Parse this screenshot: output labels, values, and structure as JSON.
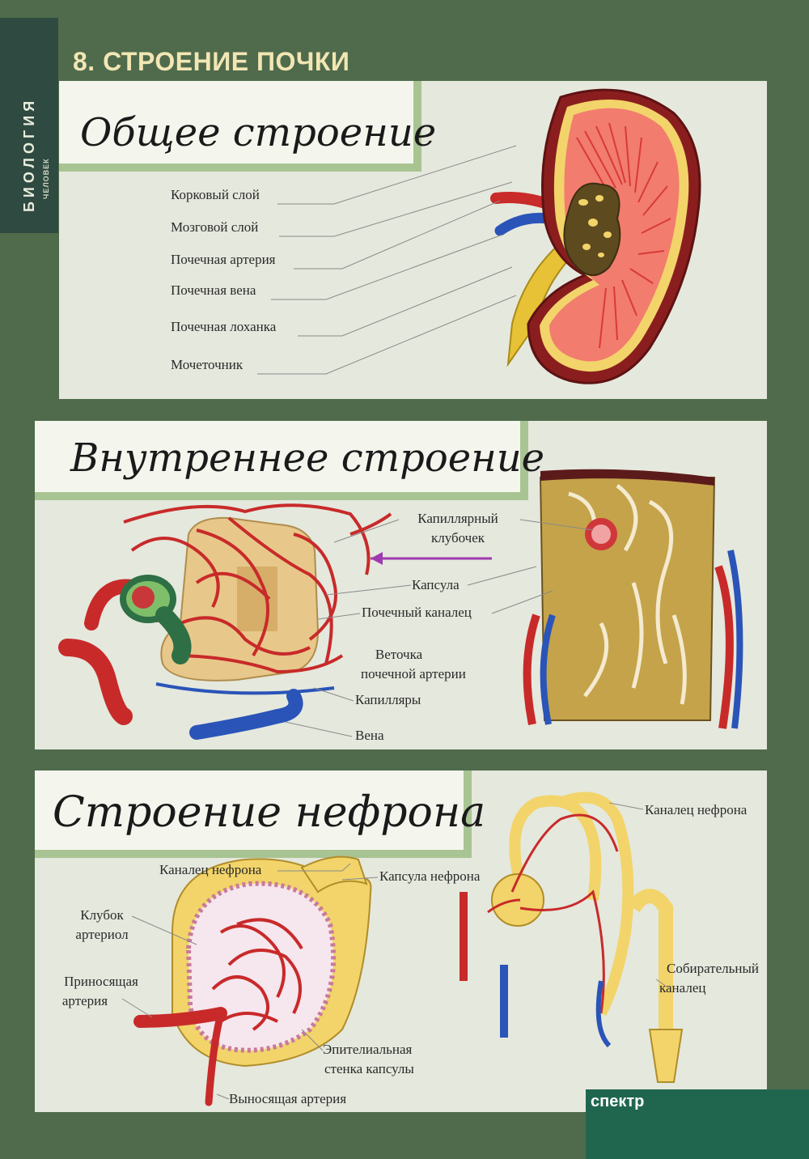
{
  "side": {
    "subject": "БИОЛОГИЯ",
    "topic": "ЧЕЛОВЕК"
  },
  "title": "8. СТРОЕНИЕ ПОЧКИ",
  "sections": {
    "general": {
      "title": "Общее строение",
      "labels": [
        "Корковый слой",
        "Мозговой слой",
        "Почечная артерия",
        "Почечная вена",
        "Почечная лоханка",
        "Мочеточник"
      ]
    },
    "internal": {
      "title": "Внутреннее строение",
      "labels": {
        "capillary_glomerulus_1": "Капиллярный",
        "capillary_glomerulus_2": "клубочек",
        "capsule": "Капсула",
        "renal_tubule": "Почечный каналец",
        "artery_branch_1": "Веточка",
        "artery_branch_2": "почечной артерии",
        "capillaries": "Капилляры",
        "vein": "Вена"
      }
    },
    "nephron": {
      "title": "Строение нефрона",
      "labels": {
        "nephron_tubule_left": "Каналец нефрона",
        "nephron_capsule": "Капсула нефрона",
        "arteriole_ball_1": "Клубок",
        "arteriole_ball_2": "артериол",
        "afferent_1": "Приносящая",
        "afferent_2": "артерия",
        "epithelial_1": "Эпителиальная",
        "epithelial_2": "стенка капсулы",
        "efferent": "Выносящая артерия",
        "nephron_tubule_right": "Каналец нефрона",
        "collecting_1": "Собирательный",
        "collecting_2": "каналец"
      }
    }
  },
  "publisher": {
    "logo": "спектр"
  },
  "colors": {
    "background": "#4f6b4c",
    "panel": "#e5e8dd",
    "accent_band": "#a9c493",
    "title": "#f2e6b4",
    "logo": "#20664f"
  }
}
